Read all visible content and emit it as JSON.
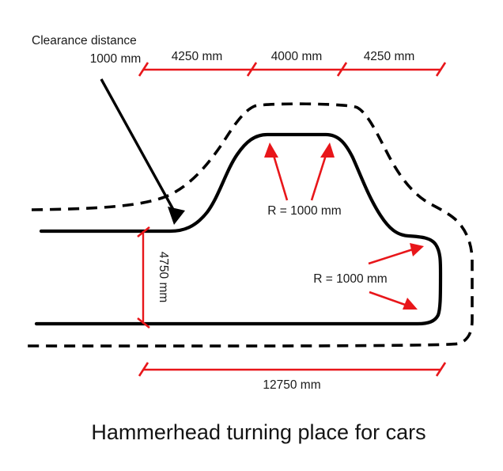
{
  "figure": {
    "title": "Hammerhead turning place for cars",
    "stroke_color": "#000000",
    "dimension_color": "#e8161a",
    "background_color": "#ffffff"
  },
  "annotations": {
    "clearance_label_line1": "Clearance distance",
    "clearance_label_line2": "1000 mm",
    "radius_top": "R = 1000 mm",
    "radius_right": "R = 1000 mm"
  },
  "dimensions": {
    "top_chain": [
      {
        "label": "4250 mm"
      },
      {
        "label": "4000 mm"
      },
      {
        "label": "4250 mm"
      }
    ],
    "vertical": {
      "label": "4750 mm"
    },
    "bottom": {
      "label": "12750 mm"
    }
  },
  "chart_data": {
    "type": "diagram",
    "title": "Hammerhead turning place for cars",
    "description": "Plan view of a hammerhead (T-shaped) vehicle turning area with an inner kerb outline (solid) and an outer vehicle clearance envelope (dashed).",
    "linear_dimensions_mm": [
      {
        "name": "left_bay_width",
        "value": 4250,
        "unit": "mm",
        "orientation": "horizontal"
      },
      {
        "name": "head_width",
        "value": 4000,
        "unit": "mm",
        "orientation": "horizontal"
      },
      {
        "name": "right_bay_width",
        "value": 4250,
        "unit": "mm",
        "orientation": "horizontal"
      },
      {
        "name": "overall_length",
        "value": 12750,
        "unit": "mm",
        "orientation": "horizontal"
      },
      {
        "name": "carriageway_width",
        "value": 4750,
        "unit": "mm",
        "orientation": "vertical"
      }
    ],
    "radii_mm": [
      {
        "name": "head_corner_radius",
        "value": 1000,
        "unit": "mm",
        "count": 2
      },
      {
        "name": "right_corner_radius",
        "value": 1000,
        "unit": "mm",
        "count": 2
      }
    ],
    "clearances_mm": [
      {
        "name": "clearance_distance",
        "value": 1000,
        "unit": "mm"
      }
    ]
  }
}
